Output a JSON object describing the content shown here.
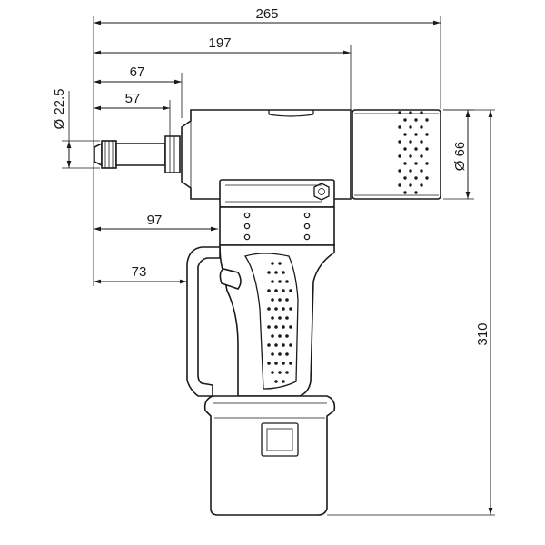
{
  "dimensions": {
    "overall_length": "265",
    "body_length": "197",
    "nose_length_67": "67",
    "nose_length_57": "57",
    "nozzle_diameter": "Ø 22.5",
    "motor_diameter": "Ø 66",
    "to_handle_top": "97",
    "to_handle_grip": "73",
    "overall_height": "310"
  },
  "parts": {
    "nose": "nozzle",
    "body": "tool-body",
    "motor": "motor-housing",
    "handle": "pistol-grip",
    "battery": "battery-pack"
  }
}
